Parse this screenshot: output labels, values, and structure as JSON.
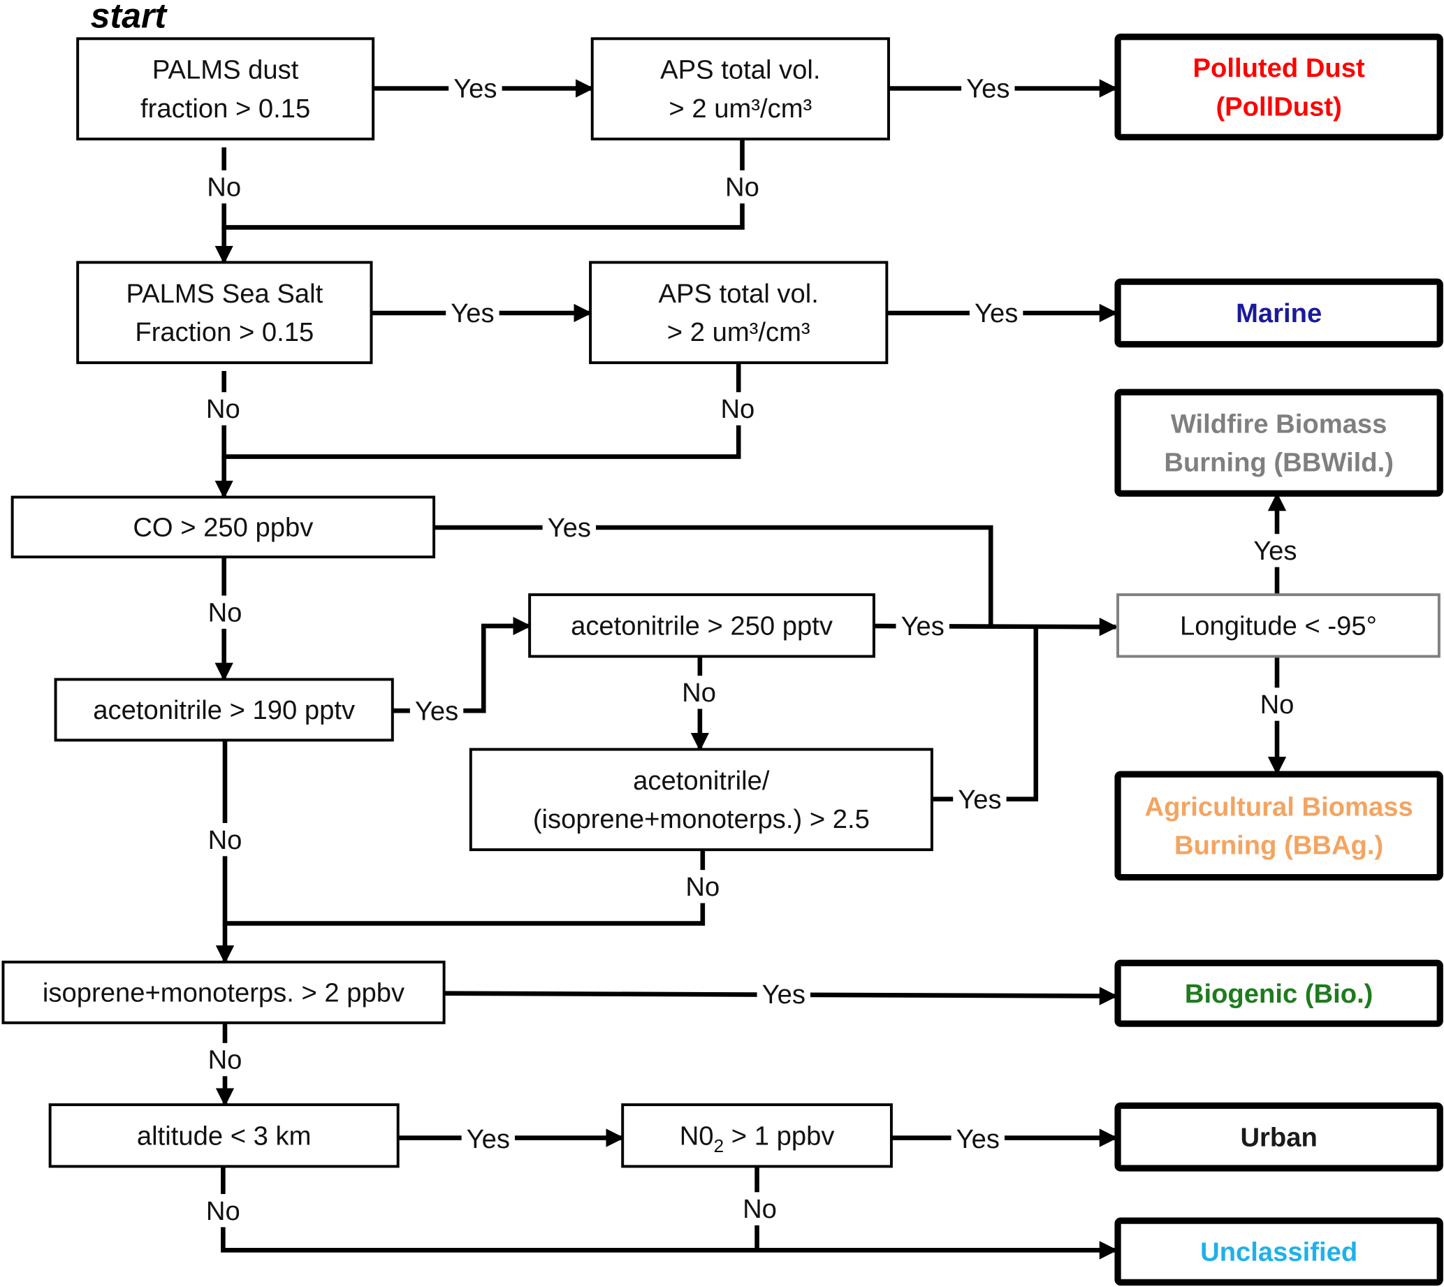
{
  "title": "start",
  "colors": {
    "polluted_dust": "#ff0000",
    "marine": "#1a1a9c",
    "wildfire": "#7f7f7f",
    "agricultural": "#f4a460",
    "biogenic": "#1e7b1e",
    "urban": "#1a1a1a",
    "unclassified": "#1fb0ea",
    "longitude_border": "#808080"
  },
  "decisions": {
    "palms_dust": {
      "lines": [
        "PALMS dust",
        "fraction > 0.15"
      ]
    },
    "aps_dust": {
      "lines": [
        "APS total vol.",
        "> 2 um³/cm³"
      ]
    },
    "palms_seasalt": {
      "lines": [
        "PALMS Sea Salt",
        "Fraction > 0.15"
      ]
    },
    "aps_seasalt": {
      "lines": [
        "APS total vol.",
        "> 2 um³/cm³"
      ]
    },
    "co": {
      "lines": [
        "CO > 250 ppbv"
      ]
    },
    "acn_250": {
      "lines": [
        "acetonitrile > 250 pptv"
      ]
    },
    "acn_190": {
      "lines": [
        "acetonitrile > 190 pptv"
      ]
    },
    "acn_ratio": {
      "lines": [
        "acetonitrile/",
        "(isoprene+monoterps.) > 2.5"
      ]
    },
    "longitude": {
      "lines": [
        "Longitude < -95°"
      ]
    },
    "isoprene": {
      "lines": [
        "isoprene+monoterps. > 2 ppbv"
      ]
    },
    "altitude": {
      "lines": [
        "altitude < 3 km"
      ]
    },
    "no2": {
      "lines": [
        "N0",
        "2",
        " > 1 ppbv"
      ]
    }
  },
  "outcomes": {
    "polluted_dust": {
      "lines": [
        "Polluted Dust",
        "(PollDust)"
      ]
    },
    "marine": {
      "lines": [
        "Marine"
      ]
    },
    "wildfire": {
      "lines": [
        "Wildfire Biomass",
        "Burning (BBWild.)"
      ]
    },
    "agricultural": {
      "lines": [
        "Agricultural Biomass",
        "Burning (BBAg.)"
      ]
    },
    "biogenic": {
      "lines": [
        "Biogenic (Bio.)"
      ]
    },
    "urban": {
      "lines": [
        "Urban"
      ]
    },
    "unclassified": {
      "lines": [
        "Unclassified"
      ]
    }
  },
  "edge_labels": {
    "yes": "Yes",
    "no": "No"
  }
}
